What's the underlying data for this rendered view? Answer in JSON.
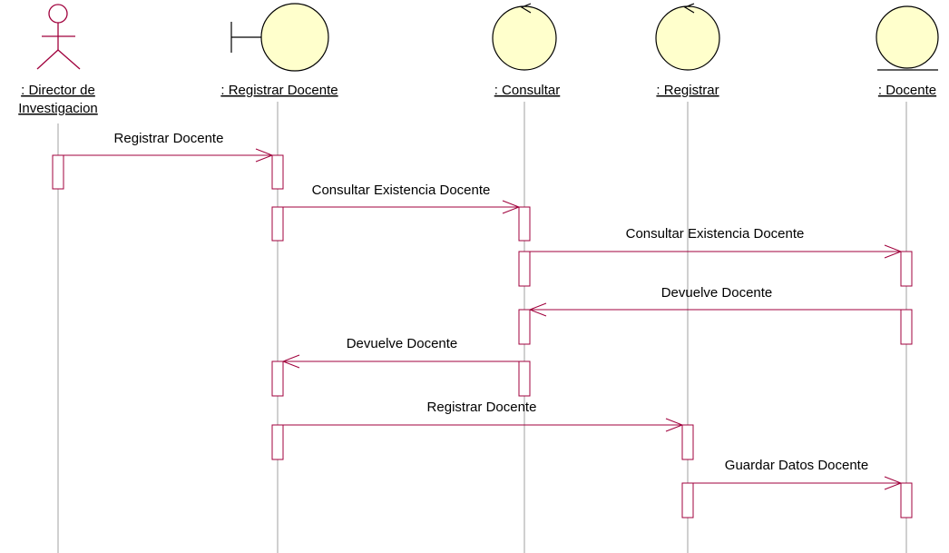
{
  "colors": {
    "message": "#a0003c",
    "activation_stroke": "#a0003c",
    "lifeline": "#a0a0a0",
    "object_fill": "#ffffcc",
    "object_stroke": "#000000",
    "actor_stroke": "#a0003c"
  },
  "participants": [
    {
      "id": "director",
      "kind": "actor",
      "name_line1": ": Director de",
      "name_line2": "Investigacion"
    },
    {
      "id": "registrar-docente",
      "kind": "boundary",
      "name_line1": ": Registrar Docente"
    },
    {
      "id": "consultar",
      "kind": "control",
      "name_line1": ": Consultar"
    },
    {
      "id": "registrar",
      "kind": "control",
      "name_line1": ": Registrar"
    },
    {
      "id": "docente",
      "kind": "entity",
      "name_line1": ": Docente"
    }
  ],
  "messages": [
    {
      "from": "director",
      "to": "registrar-docente",
      "label": "Registrar Docente"
    },
    {
      "from": "registrar-docente",
      "to": "consultar",
      "label": "Consultar Existencia Docente"
    },
    {
      "from": "consultar",
      "to": "docente",
      "label": "Consultar Existencia Docente"
    },
    {
      "from": "docente",
      "to": "consultar",
      "label": "Devuelve Docente"
    },
    {
      "from": "consultar",
      "to": "registrar-docente",
      "label": "Devuelve Docente"
    },
    {
      "from": "registrar-docente",
      "to": "registrar",
      "label": "Registrar Docente"
    },
    {
      "from": "registrar",
      "to": "docente",
      "label": "Guardar Datos Docente"
    }
  ]
}
